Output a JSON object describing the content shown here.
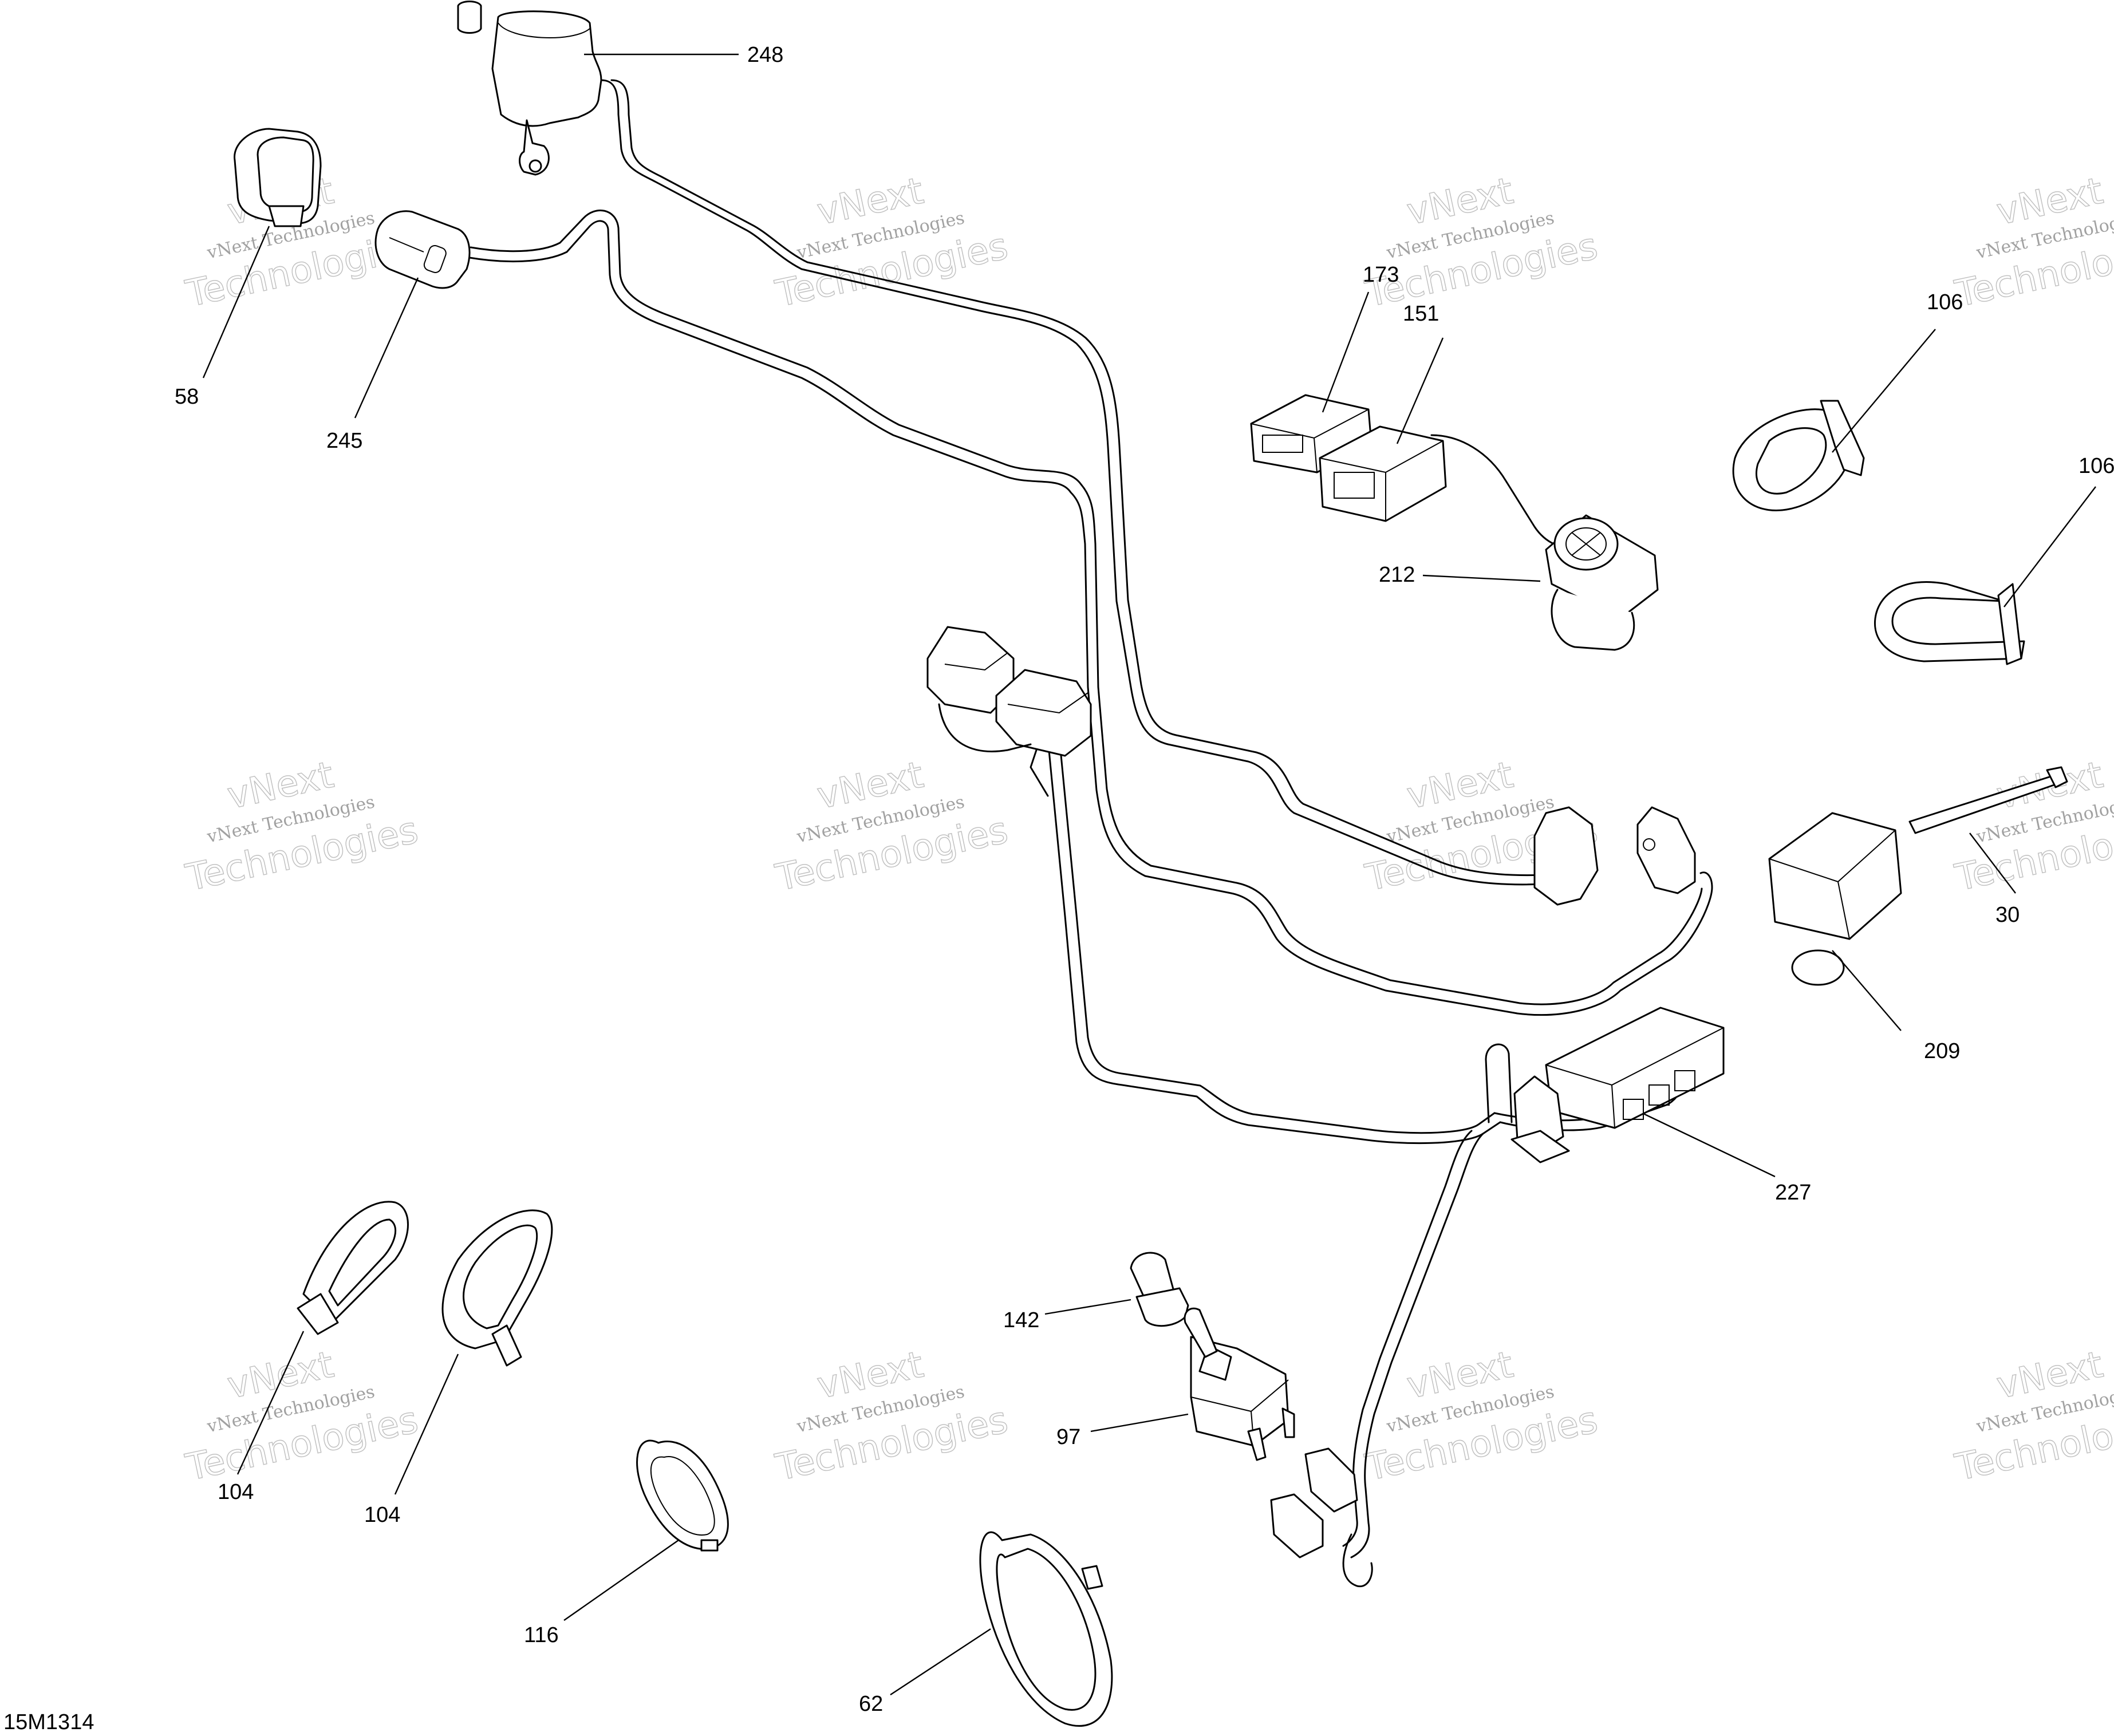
{
  "figure_code": "15M1314",
  "watermark": {
    "line1": "vNext Technologies",
    "line2": "vNext",
    "line3": "Technologies"
  },
  "callouts": {
    "c248": "248",
    "c58": "58",
    "c245": "245",
    "c173": "173",
    "c151": "151",
    "c106a": "106",
    "c106b": "106",
    "c212": "212",
    "c30": "30",
    "c209": "209",
    "c227": "227",
    "c142": "142",
    "c97": "97",
    "c104a": "104",
    "c104b": "104",
    "c116": "116",
    "c62": "62"
  },
  "icons": {
    "switch_248": "push-button-switch-icon",
    "clamp_58": "clamp-icon",
    "start_button_245": "start-button-icon",
    "connector_173": "connector-icon",
    "connector_151": "connector-icon",
    "tie_106": "cable-tie-icon",
    "socket_212": "power-socket-icon",
    "bolt_30": "bolt-icon",
    "holder_209": "holder-icon",
    "module_227": "control-module-icon",
    "lamp_142": "indicator-lamp-icon",
    "toggle_97": "toggle-switch-icon",
    "tie_104": "cable-tie-icon",
    "grommet_116": "grommet-icon",
    "tie_62": "cable-tie-icon"
  }
}
